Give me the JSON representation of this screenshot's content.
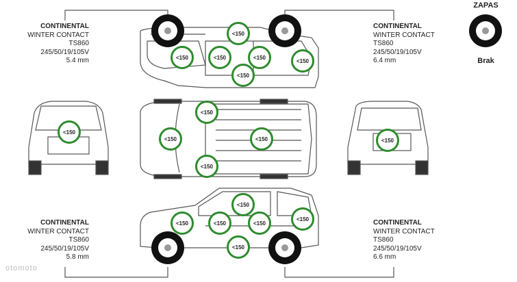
{
  "tires": {
    "front_left": {
      "brand": "CONTINENTAL",
      "model": "WINTER CONTACT",
      "code": "TS860",
      "size": "245/50/19/105V",
      "depth": "5.4 mm"
    },
    "front_right": {
      "brand": "CONTINENTAL",
      "model": "WINTER CONTACT",
      "code": "TS860",
      "size": "245/50/19/105V",
      "depth": "6.4 mm"
    },
    "rear_left": {
      "brand": "CONTINENTAL",
      "model": "WINTER CONTACT",
      "code": "TS860",
      "size": "245/50/19/105V",
      "depth": "5.8 mm"
    },
    "rear_right": {
      "brand": "CONTINENTAL",
      "model": "WINTER CONTACT",
      "code": "TS860",
      "size": "245/50/19/105V",
      "depth": "6.6 mm"
    }
  },
  "spare": {
    "title": "ZAPAS",
    "status": "Brak"
  },
  "paint_label": "<150",
  "watermark": "otomoto"
}
